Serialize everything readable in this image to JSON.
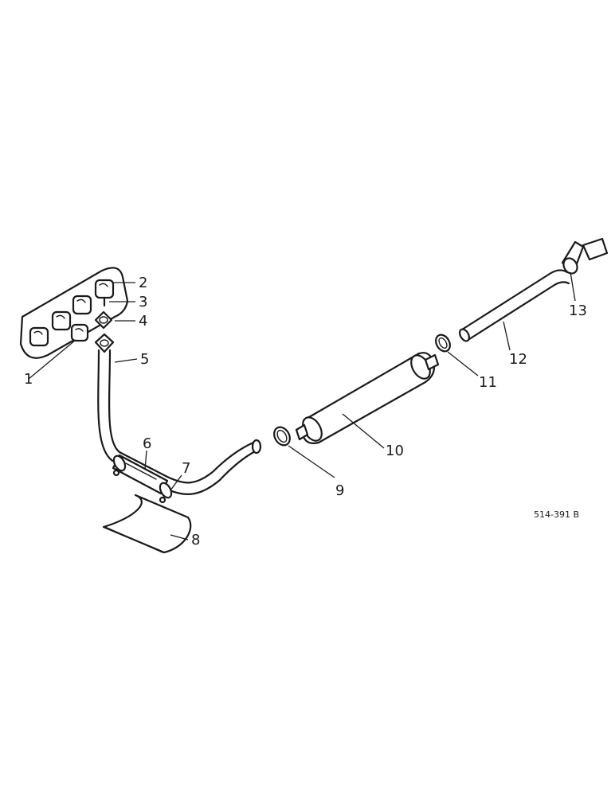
{
  "callouts": [
    "1",
    "2",
    "3",
    "4",
    "5",
    "6",
    "7",
    "8",
    "9",
    "10",
    "11",
    "12",
    "13"
  ],
  "reference": "514-391 B"
}
